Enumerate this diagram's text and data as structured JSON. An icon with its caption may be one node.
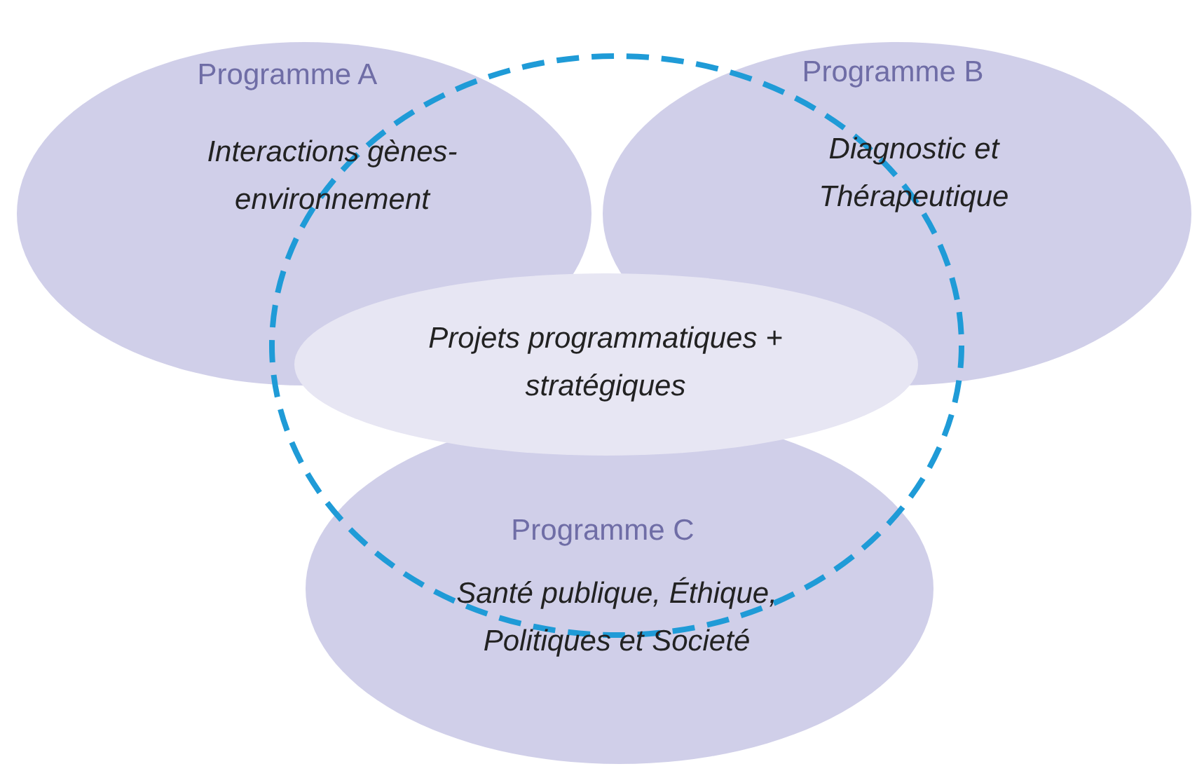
{
  "diagram": {
    "nodes": [
      {
        "text": [
          "Programme A",
          "Interactions gènes-environnement"
        ]
      },
      {
        "text": [
          "Programme B",
          "Diagnostic et Thérapeutique"
        ]
      },
      {
        "text": [
          "Projets programmatiques + stratégiques"
        ],
        "in": 4
      },
      {
        "text": [
          "Programme C",
          "Santé publique, Éthique, Politiques et Societé"
        ]
      },
      {
        "text": [],
        "shape": "ellipse"
      }
    ]
  }
}
